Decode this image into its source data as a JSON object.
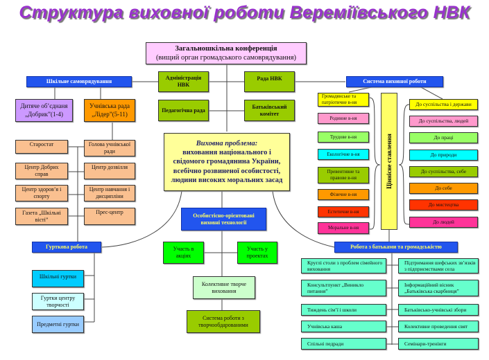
{
  "title": "Структура виховної роботи Вереміївського НВК",
  "top": {
    "line1": "Загальношкільна конференція",
    "line2": "(вищий орган громадського самоврядування)"
  },
  "admin": "Адміністрація НВК",
  "rada": "Рада НВК",
  "ped": "Педагогічна рада",
  "parents_committee": "Батьківський комітет",
  "self_gov": {
    "header": "Шкільне самоврядування",
    "dobryk": "Дитяче об’єднаня „Добрик”(1-4)",
    "lider": "Учнівська рада „Лідер”(5-11)",
    "left_col": [
      "Старостат",
      "Центр Добрих справ",
      "Центр здоров’я і спорту",
      "Газета „Шкільні вісті”"
    ],
    "right_col": [
      "Голова учнівської ради",
      "Центр дозвілля",
      "Центр навчання і дисципліни",
      "Прес-центр"
    ]
  },
  "problem": {
    "label": "Виховна проблема:",
    "text": "виховання національного і свідомого громадянина України, всебічно розвиненої особистості, людини високих моральних засад"
  },
  "tech": "Особистісно-орієнтовані виховні технології",
  "actions": "Участь в акціях",
  "projects": "Участь у проектах",
  "collective": "Колективне творче виховання",
  "gifted": "Система роботи з творчообдарованими",
  "clubs": {
    "header": "Гурткова робота",
    "items": [
      "Шкільні гуртки",
      "Гуртки центру творчості",
      "Предметні гуртки"
    ],
    "colors": [
      "#00ccff",
      "#ccffff",
      "#99ccff"
    ]
  },
  "system": {
    "header": "Система виховної роботи",
    "types": [
      "Громадянське та патріотичне в-ня",
      "Родинне в-ня",
      "Трудове в-ня",
      "Екологічне в-ня",
      "Превентивне та правове в-ня",
      "Фізичне в-ня",
      "Естетичне в-ня",
      "Моральне в-ня"
    ],
    "values_label": "Ціннісне ставлення",
    "attitudes": [
      "До суспільства і держави",
      "До суспільства, людей",
      "До праці",
      "До природи",
      "До суспільства, себе",
      "До себе",
      "До мистецтва",
      "До людей"
    ],
    "colors": [
      "#ffff00",
      "#ff99cc",
      "#99ff66",
      "#00ffff",
      "#99cc00",
      "#ff9900",
      "#ff3300",
      "#ff3399"
    ]
  },
  "parents": {
    "header": "Робота з батьками та громадськістю",
    "left": [
      "Круглі столи з проблем сімейного виховання",
      "Консультпункт „Виникло питання”",
      "Тиждень сім’ї і школи",
      "Учнівська каша",
      "Спільні педради"
    ],
    "right": [
      "Підтримання шефських зв’язків з підприємствами села",
      "Інформаційний вісник „Батьківська скарбниця”",
      "Батьківсько-учнівські збори",
      "Колективне проведення свят",
      "Семінари-тренінги"
    ]
  }
}
